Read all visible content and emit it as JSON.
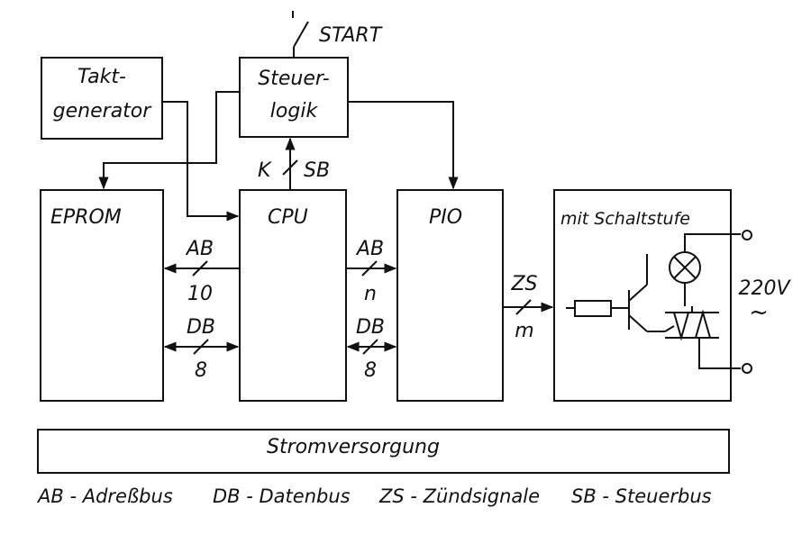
{
  "blocks": {
    "taktgenerator": [
      "Takt-",
      "generator"
    ],
    "steuerlogik": [
      "Steuer-",
      "logik"
    ],
    "eprom": "EPROM",
    "cpu": "CPU",
    "pio": "PIO",
    "schaltstufe": "mit Schaltstufe",
    "stromversorgung": "Stromversorgung"
  },
  "signals": {
    "start": "START",
    "k": "K",
    "sb": "SB",
    "ab_eprom": "AB",
    "ab_eprom_width": "10",
    "db_eprom": "DB",
    "db_eprom_width": "8",
    "ab_pio": "AB",
    "ab_pio_width": "n",
    "db_pio": "DB",
    "db_pio_width": "8",
    "zs": "ZS",
    "zs_width": "m",
    "voltage": "220V",
    "ac_symbol": "~"
  },
  "legend": [
    "AB - Adreßbus",
    "DB - Datenbus",
    "ZS - Zündsignale",
    "SB - Steuerbus"
  ]
}
